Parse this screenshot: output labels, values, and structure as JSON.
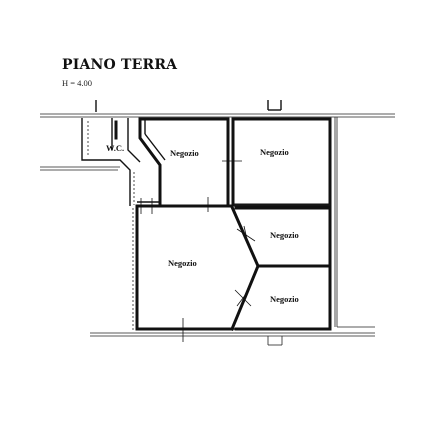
{
  "header": {
    "title": "PIANO TERRA",
    "height_note": "H = 4.00"
  },
  "rooms": [
    {
      "id": "wc",
      "label": "W.C."
    },
    {
      "id": "shop-top-left",
      "label": "Negozio"
    },
    {
      "id": "shop-top-right",
      "label": "Negozio"
    },
    {
      "id": "shop-large",
      "label": "Negozio"
    },
    {
      "id": "shop-mid-right",
      "label": "Negozio"
    },
    {
      "id": "shop-bottom-right",
      "label": "Negozio"
    }
  ]
}
